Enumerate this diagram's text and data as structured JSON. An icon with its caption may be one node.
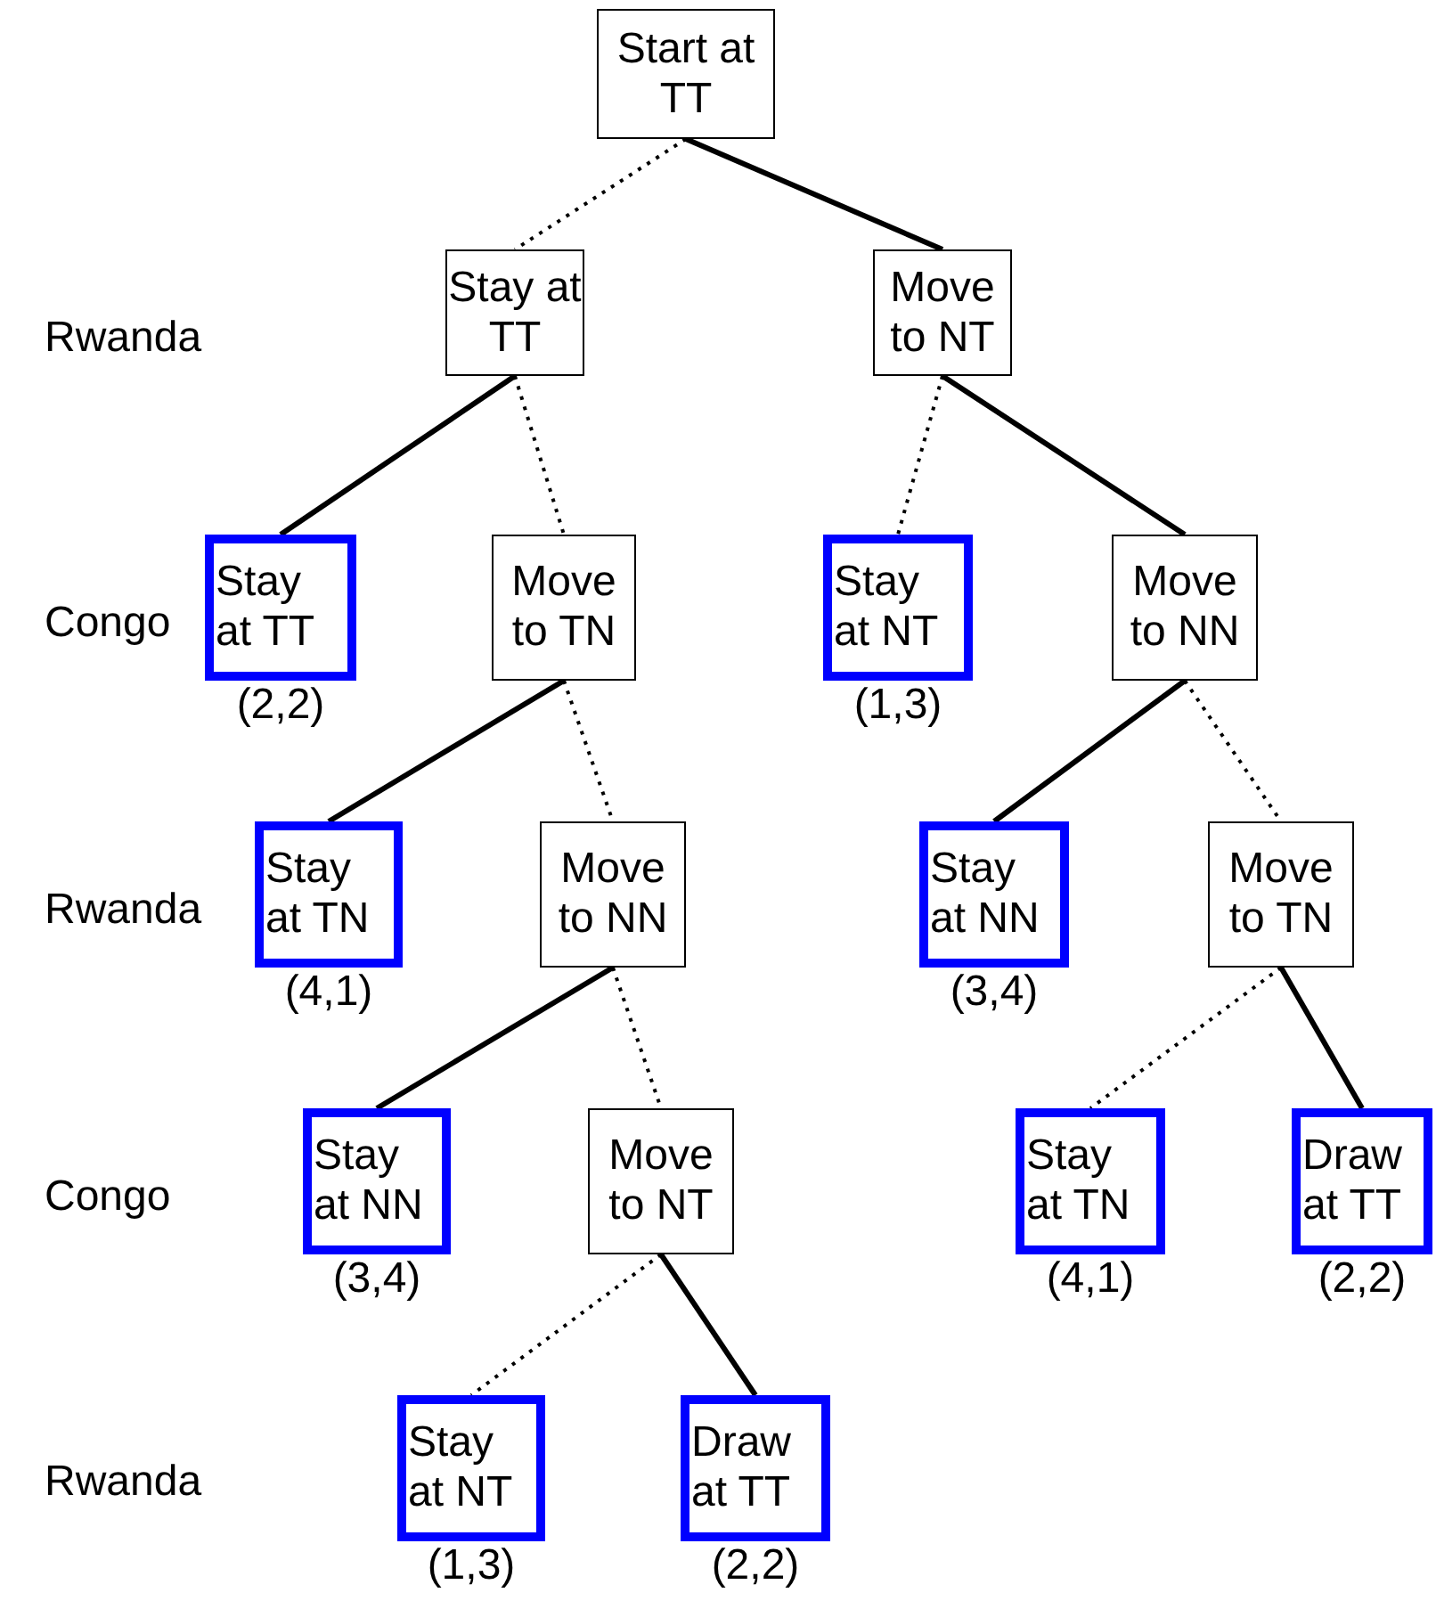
{
  "diagram": {
    "nodes": [
      {
        "text": [
          "Start at TT"
        ]
      },
      {
        "text": [
          "Stay at TT"
        ]
      },
      {
        "text": [
          "Move to NT"
        ]
      },
      {
        "text": [
          "Stay at TT"
        ],
        "beside": [
          "(2,2)"
        ]
      },
      {
        "text": [
          "Move to TN"
        ]
      },
      {
        "text": [
          "Stay at NT"
        ],
        "beside": [
          "(1,3)"
        ]
      },
      {
        "text": [
          "Move to NN"
        ]
      },
      {
        "text": [
          "Stay at TN"
        ],
        "beside": [
          "(4,1)"
        ]
      },
      {
        "text": [
          "Move to NN"
        ]
      },
      {
        "text": [
          "Stay at NN"
        ],
        "beside": [
          "(3,4)"
        ]
      },
      {
        "text": [
          "Move to TN"
        ]
      },
      {
        "text": [
          "Stay at NN"
        ],
        "beside": [
          "(3,4)"
        ]
      },
      {
        "text": [
          "Move to NT"
        ]
      },
      {
        "text": [
          "Stay at TN"
        ],
        "beside": [
          "(4,1)"
        ]
      },
      {
        "text": [
          "Draw at TT"
        ],
        "beside": [
          "(2,2)"
        ]
      },
      {
        "text": [
          "Stay at NT"
        ],
        "beside": [
          "(1,3)"
        ]
      },
      {
        "text": [
          "Draw at TT"
        ],
        "beside": [
          "(2,2)"
        ]
      }
    ],
    "edges": [
      {
        "from": 0,
        "to": 1,
        "arrow": "none",
        "style": "dashed"
      },
      {
        "from": 0,
        "to": 2,
        "arrow": "none"
      },
      {
        "from": 1,
        "to": 3,
        "arrow": "none"
      },
      {
        "from": 1,
        "to": 4,
        "arrow": "none",
        "style": "dashed"
      },
      {
        "from": 2,
        "to": 5,
        "arrow": "none",
        "style": "dashed"
      },
      {
        "from": 2,
        "to": 6,
        "arrow": "none"
      },
      {
        "from": 4,
        "to": 7,
        "arrow": "none"
      },
      {
        "from": 4,
        "to": 8,
        "arrow": "none",
        "style": "dashed"
      },
      {
        "from": 6,
        "to": 9,
        "arrow": "none"
      },
      {
        "from": 6,
        "to": 10,
        "arrow": "none",
        "style": "dashed"
      },
      {
        "from": 8,
        "to": 11,
        "arrow": "none"
      },
      {
        "from": 8,
        "to": 12,
        "arrow": "none",
        "style": "dashed"
      },
      {
        "from": 10,
        "to": 13,
        "arrow": "none",
        "style": "dashed"
      },
      {
        "from": 10,
        "to": 14,
        "arrow": "none"
      },
      {
        "from": 12,
        "to": 15,
        "arrow": "none",
        "style": "dashed"
      },
      {
        "from": 12,
        "to": 16,
        "arrow": "none"
      }
    ],
    "labels": [
      "Rwanda",
      "Congo",
      "Rwanda",
      "Congo",
      "Rwanda"
    ]
  }
}
